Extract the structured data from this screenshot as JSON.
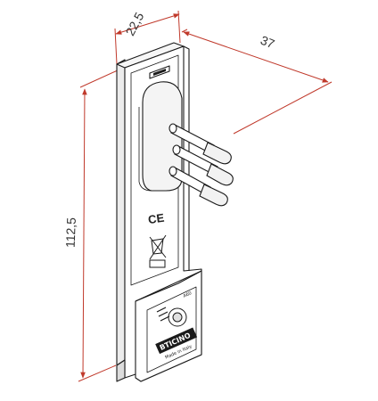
{
  "drawing": {
    "dimensions": {
      "width": "22,5",
      "depth": "37",
      "height": "112,5"
    },
    "markings": {
      "ce_mark": "CE",
      "brand": "BTICINO",
      "brand_subtitle": "Made in Italy",
      "corner_code": "A60"
    },
    "colors": {
      "dimension_line": "#c0392b",
      "outline": "#1a1a1a",
      "body_fill": "#ffffff",
      "shade_fill": "#e6e6e6"
    }
  }
}
